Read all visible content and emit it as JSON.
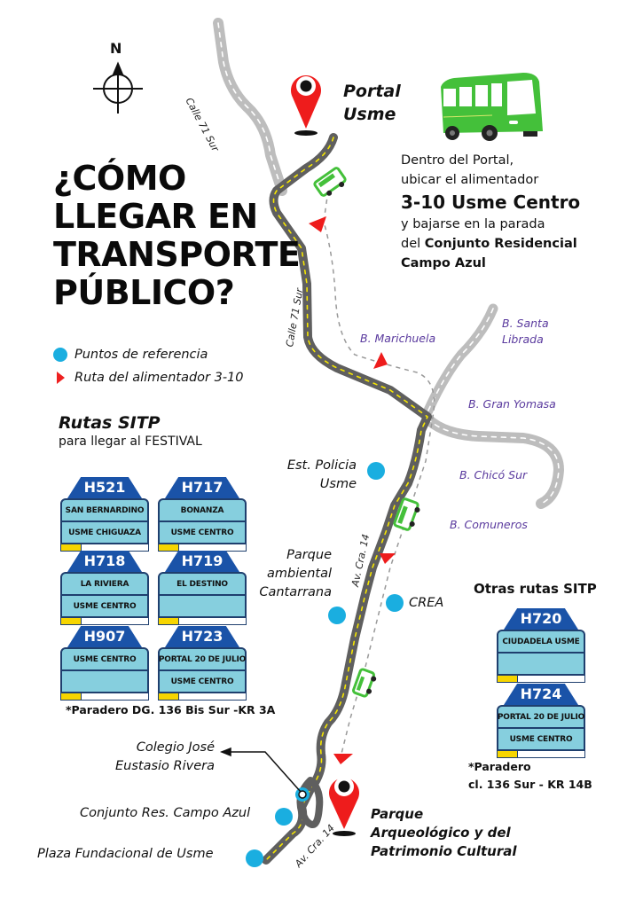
{
  "title": {
    "lines": [
      "¿CÓMO",
      "LLEGAR EN",
      "TRANSPORTE",
      "PÚBLICO?"
    ]
  },
  "compass": {
    "label": "N",
    "icon": "compass-icon"
  },
  "portal": {
    "lines": [
      "Portal",
      "Usme"
    ],
    "icon": "map-pin-icon"
  },
  "instructions": {
    "line1": "Dentro del Portal,",
    "line2": "ubicar el alimentador",
    "route": "3-10 Usme Centro",
    "line3": "y bajarse en la parada",
    "line4_prefix": "del ",
    "line4_bold": "Conjunto Residencial",
    "line5_bold": "Campo Azul"
  },
  "legend": {
    "items": [
      {
        "icon": "reference-point-icon",
        "label": "Puntos de referencia"
      },
      {
        "icon": "route-arrow-icon",
        "label": "Ruta del alimentador 3-10"
      }
    ]
  },
  "sitp": {
    "heading": "Rutas SITP",
    "subheading": "para llegar al FESTIVAL",
    "signs": [
      {
        "code": "H521",
        "lines": [
          "SAN BERNARDINO",
          "USME CHIGUAZA"
        ]
      },
      {
        "code": "H717",
        "lines": [
          "BONANZA",
          "USME CENTRO"
        ]
      },
      {
        "code": "H718",
        "lines": [
          "LA RIVIERA",
          "USME CENTRO"
        ]
      },
      {
        "code": "H719",
        "lines": [
          "EL DESTINO",
          ""
        ]
      },
      {
        "code": "H907",
        "lines": [
          "USME CENTRO",
          ""
        ]
      },
      {
        "code": "H723",
        "lines": [
          "PORTAL 20 DE JULIO",
          "USME CENTRO"
        ]
      }
    ],
    "note": "*Paradero DG. 136 Bis Sur -KR 3A"
  },
  "other_sitp": {
    "heading": "Otras rutas SITP",
    "signs": [
      {
        "code": "H720",
        "lines": [
          "CIUDADELA USME",
          ""
        ]
      },
      {
        "code": "H724",
        "lines": [
          "PORTAL 20 DE JULIO",
          "USME CENTRO"
        ]
      }
    ],
    "note_line1": "*Paradero",
    "note_line2": "cl. 136 Sur - KR 14B"
  },
  "streets": {
    "calle71_top": "Calle 71 Sur",
    "calle71_mid": "Calle 71 Sur",
    "cra14_mid": "Av. Cra. 14",
    "cra14_bottom": "Av. Cra. 14"
  },
  "barrios": {
    "marichuela": "B. Marichuela",
    "santa_librada": [
      "B. Santa",
      "Librada"
    ],
    "gran_yomasa": "B. Gran Yomasa",
    "chico_sur": "B. Chicó Sur",
    "comuneros": "B. Comuneros"
  },
  "places": {
    "policia": [
      "Est. Policia",
      "Usme"
    ],
    "cantarrana": [
      "Parque",
      "ambiental",
      "Cantarrana"
    ],
    "crea": "CREA",
    "colegio": [
      "Colegio José",
      "Eustasio Rivera"
    ],
    "campo_azul": "Conjunto Res. Campo Azul",
    "plaza": "Plaza Fundacional de Usme"
  },
  "destination": {
    "lines": [
      "Parque",
      "Arqueológico y del",
      "Patrimonio Cultural"
    ],
    "icon": "map-pin-icon"
  },
  "colors": {
    "main_road": "#5f5f5f",
    "side_road": "#bdbdbd",
    "road_dash_main": "#f5e600",
    "bus_green": "#44c03a",
    "pin_red": "#ee1c1c",
    "reference_blue": "#1aaee0",
    "barrio_purple": "#5a3a9e",
    "sign_blue": "#1a53a8",
    "sign_light": "#86cfde"
  }
}
